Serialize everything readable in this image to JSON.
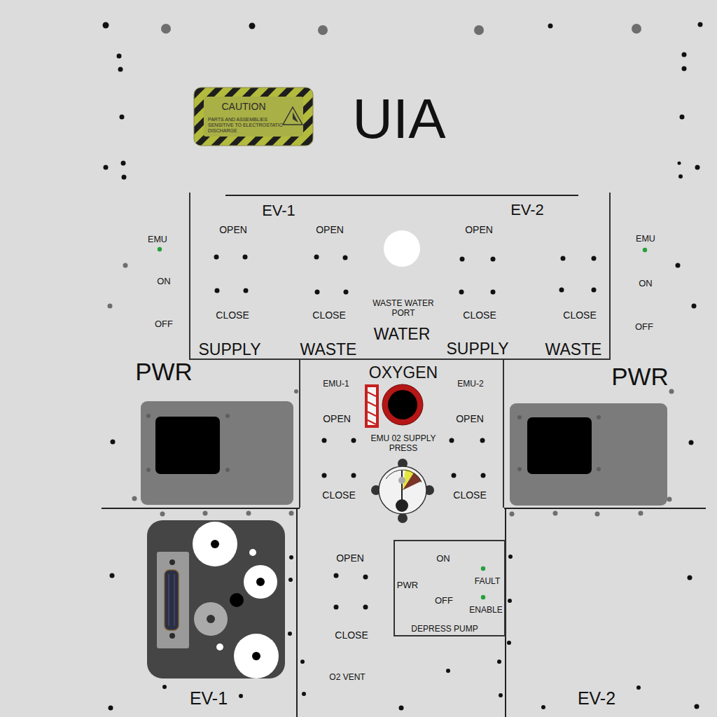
{
  "diagram": {
    "title": "UIA",
    "nodes": [
      {
        "text": [
          "CAUTION",
          "PARTS AND ASSEMBLIES SENSITIVE TO ELECTROSTATIC DISCHARGE"
        ]
      },
      {
        "text": [
          "EV-1",
          "EV-2",
          "OPEN",
          "OPEN",
          "OPEN",
          "CLOSE",
          "CLOSE",
          "CLOSE",
          "CLOSE",
          "WASTE WATER PORT",
          "WATER",
          "SUPPLY",
          "WASTE",
          "SUPPLY",
          "WASTE"
        ]
      },
      {
        "text": [
          "PWR"
        ]
      },
      {
        "text": [
          "OXYGEN",
          "EMU-1",
          "EMU-2",
          "OPEN",
          "OPEN",
          "EMU 02 SUPPLY PRESS",
          "CLOSE",
          "CLOSE"
        ]
      },
      {
        "text": [
          "PWR"
        ]
      },
      {
        "text": [
          "EV-1"
        ]
      },
      {
        "text": [
          "ON",
          "PWR",
          "FAULT",
          "OFF",
          "ENABLE",
          "DEPRESS PUMP"
        ]
      }
    ],
    "labels": [
      "EMU",
      "ON",
      "OFF",
      "EMU",
      "ON",
      "OFF",
      "OPEN",
      "CLOSE",
      "O2 VENT",
      "EV-2"
    ]
  }
}
